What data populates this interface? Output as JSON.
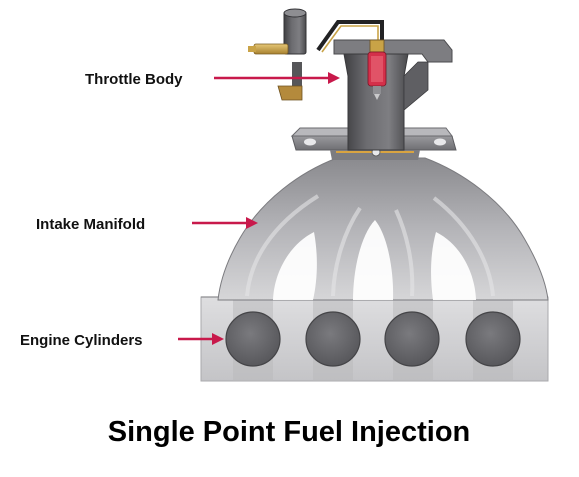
{
  "diagram": {
    "title": "Single Point Fuel Injection",
    "labels": {
      "throttle_body": "Throttle Body",
      "intake_manifold": "Intake Manifold",
      "engine_cylinders": "Engine Cylinders"
    },
    "colors": {
      "arrow": "#c8194b",
      "metal_dark": "#5a5a5c",
      "metal_light": "#c9c9cb",
      "block": "#cfcfd1",
      "injector_tip": "#d4304a",
      "brass": "#c9a347"
    }
  }
}
